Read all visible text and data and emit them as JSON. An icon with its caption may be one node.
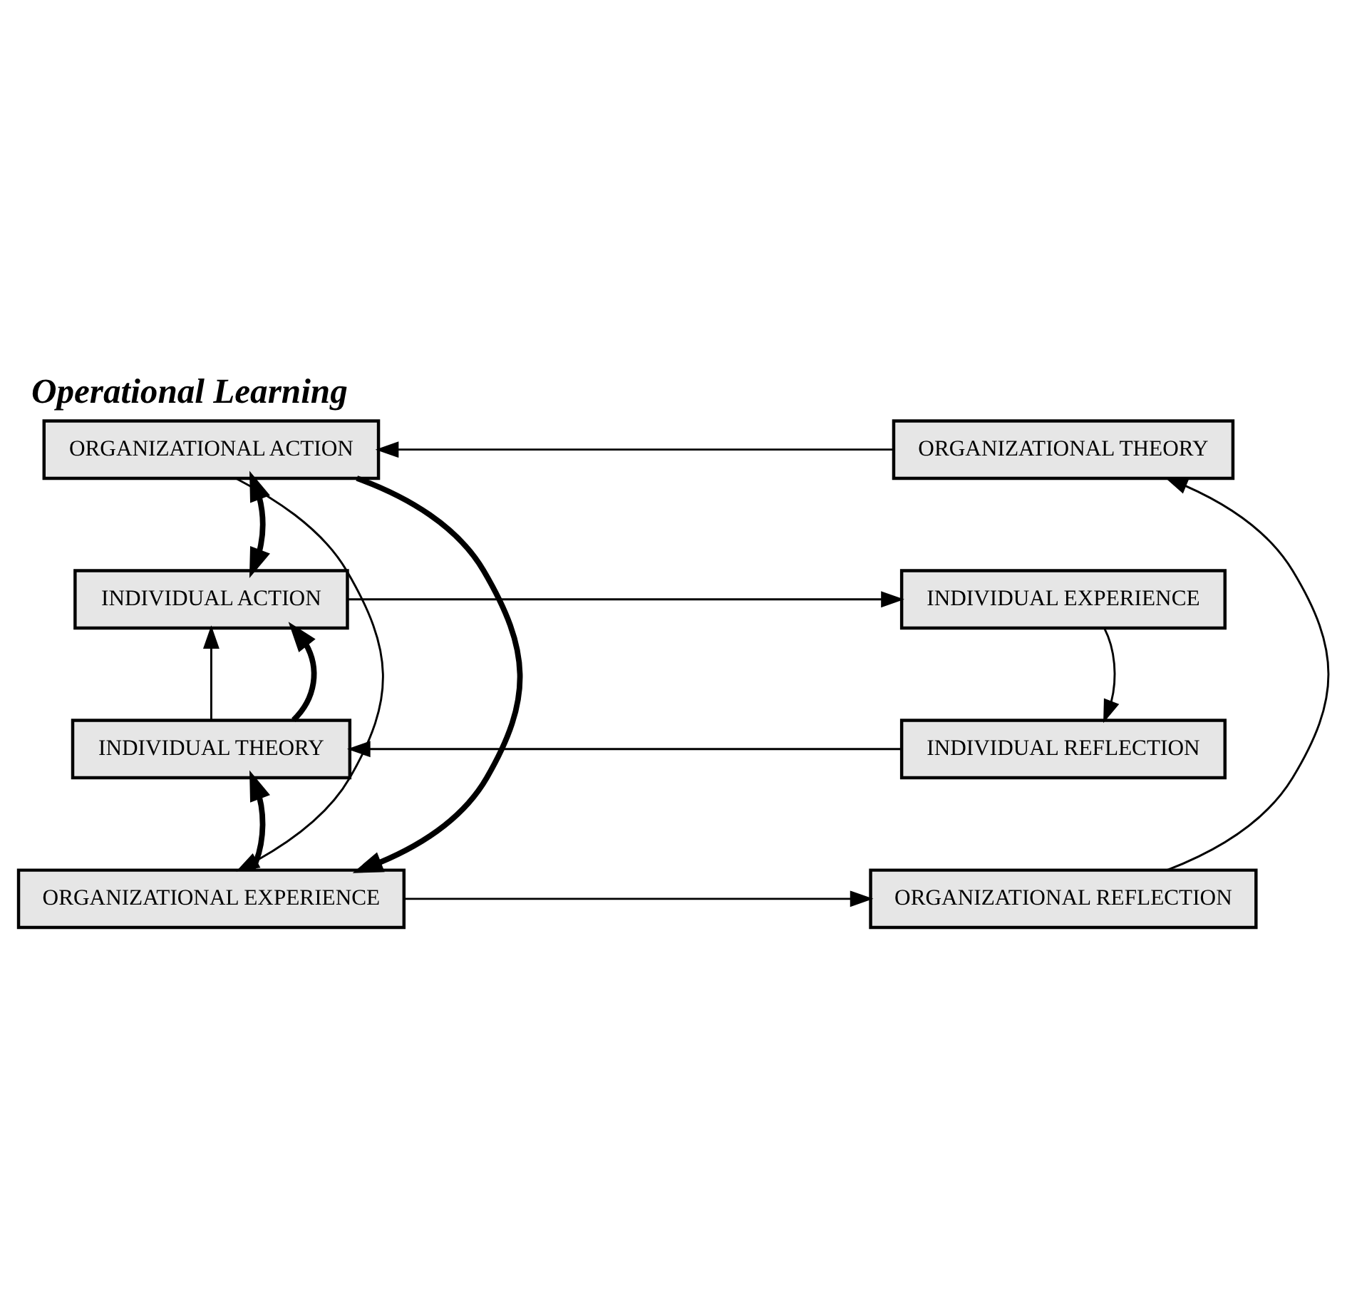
{
  "diagram": {
    "title": "Operational Learning",
    "nodes": [
      {
        "text": [
          "ORGANIZATIONAL ACTION"
        ]
      },
      {
        "text": [
          "ORGANIZATIONAL THEORY"
        ]
      },
      {
        "text": [
          "INDIVIDUAL ACTION"
        ]
      },
      {
        "text": [
          "INDIVIDUAL EXPERIENCE"
        ]
      },
      {
        "text": [
          "INDIVIDUAL THEORY"
        ]
      },
      {
        "text": [
          "INDIVIDUAL REFLECTION"
        ]
      },
      {
        "text": [
          "ORGANIZATIONAL EXPERIENCE"
        ]
      },
      {
        "text": [
          "ORGANIZATIONAL REFLECTION"
        ]
      }
    ],
    "edges": [
      {
        "from": 1,
        "to": 0,
        "arrow": "to"
      },
      {
        "from": 0,
        "to": 6,
        "arrow": "to"
      },
      {
        "from": 6,
        "to": 7,
        "arrow": "to"
      },
      {
        "from": 7,
        "to": 1,
        "arrow": "to"
      },
      {
        "from": 2,
        "to": 3,
        "arrow": "to"
      },
      {
        "from": 3,
        "to": 5,
        "arrow": "to"
      },
      {
        "from": 5,
        "to": 4,
        "arrow": "to"
      },
      {
        "from": 4,
        "to": 2,
        "arrow": "to"
      },
      {
        "from": 0,
        "to": 2,
        "arrow": "both",
        "style": "thick"
      },
      {
        "from": 0,
        "to": 6,
        "arrow": "to",
        "style": "thick"
      },
      {
        "from": 6,
        "to": 4,
        "arrow": "to",
        "style": "thick"
      },
      {
        "from": 4,
        "to": 2,
        "arrow": "to",
        "style": "thick"
      }
    ]
  }
}
